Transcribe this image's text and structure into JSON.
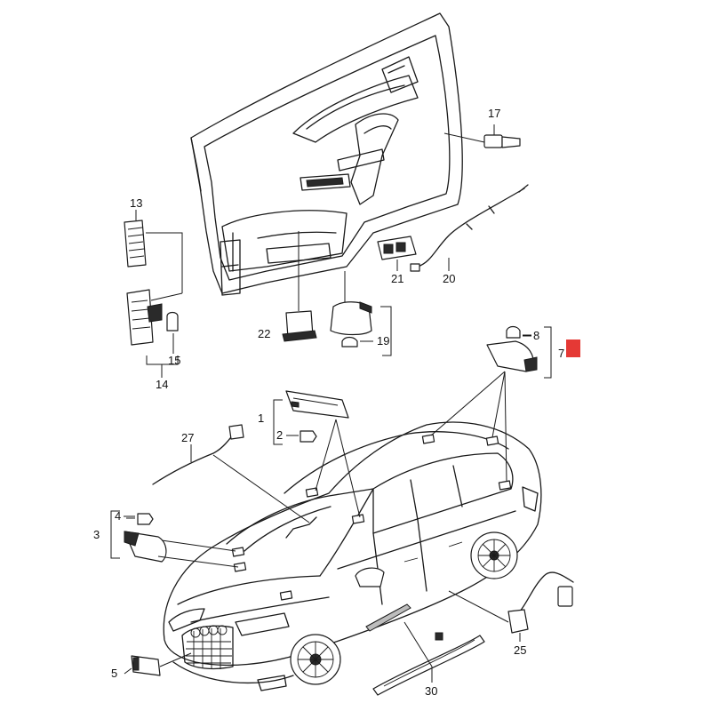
{
  "callouts": {
    "c1": "1",
    "c2": "2",
    "c3": "3",
    "c4": "4",
    "c5": "5",
    "c7": "7",
    "c8": "8",
    "c13": "13",
    "c14": "14",
    "c15": "15",
    "c17": "17",
    "c19": "19",
    "c20": "20",
    "c21": "21",
    "c22": "22",
    "c25": "25",
    "c27": "27",
    "c30": "30"
  },
  "colors": {
    "line": "#1a1a1a",
    "highlight": "#e53935",
    "background": "#ffffff"
  }
}
